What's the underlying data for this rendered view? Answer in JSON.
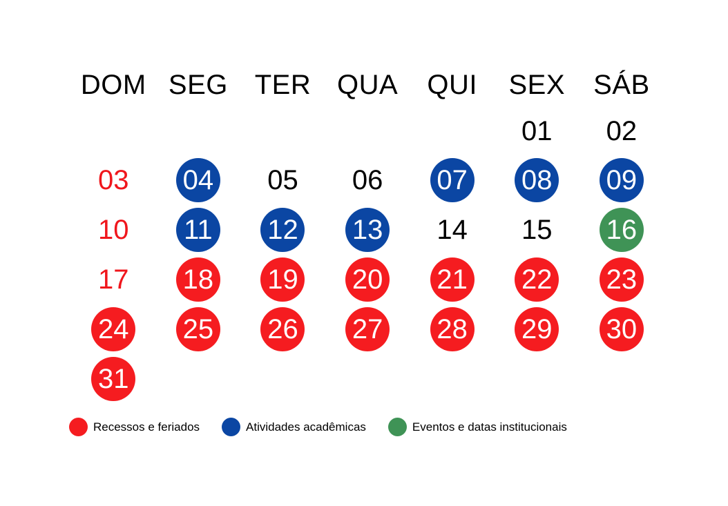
{
  "colors": {
    "holiday": "#f51c20",
    "academic": "#0b46a3",
    "event": "#3f9356",
    "sunday_text": "#f0161c",
    "text": "#000000"
  },
  "weekdays": [
    "DOM",
    "SEG",
    "TER",
    "QUA",
    "QUI",
    "SEX",
    "SÁB"
  ],
  "weeks": [
    [
      {
        "day": "",
        "type": "empty"
      },
      {
        "day": "",
        "type": "empty"
      },
      {
        "day": "",
        "type": "empty"
      },
      {
        "day": "",
        "type": "empty"
      },
      {
        "day": "",
        "type": "empty"
      },
      {
        "day": "01",
        "type": "plain"
      },
      {
        "day": "02",
        "type": "plain"
      }
    ],
    [
      {
        "day": "03",
        "type": "sunday"
      },
      {
        "day": "04",
        "type": "academic"
      },
      {
        "day": "05",
        "type": "plain"
      },
      {
        "day": "06",
        "type": "plain"
      },
      {
        "day": "07",
        "type": "academic"
      },
      {
        "day": "08",
        "type": "academic"
      },
      {
        "day": "09",
        "type": "academic"
      }
    ],
    [
      {
        "day": "10",
        "type": "sunday"
      },
      {
        "day": "11",
        "type": "academic"
      },
      {
        "day": "12",
        "type": "academic"
      },
      {
        "day": "13",
        "type": "academic"
      },
      {
        "day": "14",
        "type": "plain"
      },
      {
        "day": "15",
        "type": "plain"
      },
      {
        "day": "16",
        "type": "event"
      }
    ],
    [
      {
        "day": "17",
        "type": "sunday"
      },
      {
        "day": "18",
        "type": "holiday"
      },
      {
        "day": "19",
        "type": "holiday"
      },
      {
        "day": "20",
        "type": "holiday"
      },
      {
        "day": "21",
        "type": "holiday"
      },
      {
        "day": "22",
        "type": "holiday"
      },
      {
        "day": "23",
        "type": "holiday"
      }
    ],
    [
      {
        "day": "24",
        "type": "holiday"
      },
      {
        "day": "25",
        "type": "holiday"
      },
      {
        "day": "26",
        "type": "holiday"
      },
      {
        "day": "27",
        "type": "holiday"
      },
      {
        "day": "28",
        "type": "holiday"
      },
      {
        "day": "29",
        "type": "holiday"
      },
      {
        "day": "30",
        "type": "holiday"
      }
    ],
    [
      {
        "day": "31",
        "type": "holiday"
      },
      {
        "day": "",
        "type": "empty"
      },
      {
        "day": "",
        "type": "empty"
      },
      {
        "day": "",
        "type": "empty"
      },
      {
        "day": "",
        "type": "empty"
      },
      {
        "day": "",
        "type": "empty"
      },
      {
        "day": "",
        "type": "empty"
      }
    ]
  ],
  "legend": [
    {
      "type": "holiday",
      "label": "Recessos e feriados"
    },
    {
      "type": "academic",
      "label": "Atividades acadêmicas"
    },
    {
      "type": "event",
      "label": "Eventos e datas institucionais"
    }
  ]
}
